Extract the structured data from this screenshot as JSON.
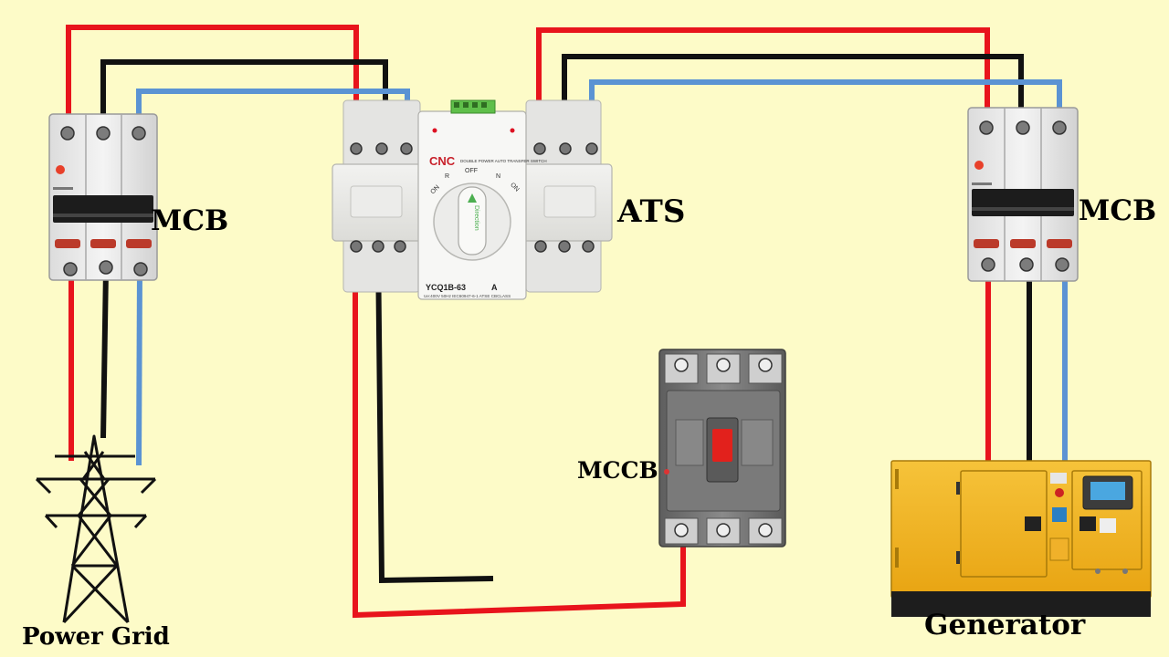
{
  "labels": {
    "mcb_left": "MCB",
    "ats": "ATS",
    "mcb_right": "MCB",
    "mccb": "MCCB",
    "power_grid": "Power Grid",
    "generator": "Generator"
  },
  "ats_device": {
    "brand": "CNC",
    "subtitle": "DOUBLE POWER AUTO TRANSFER SWITCH",
    "off_label": "OFF",
    "on_left": "ON",
    "on_right": "ON",
    "r_label": "R",
    "n_label": "N",
    "handle_text": "Direction",
    "model": "YCQ1B-63",
    "model_suffix": "A",
    "ratings": "Ue:400V 50Hz IEC60947-6-1 ATSE CBCLASS"
  },
  "wire_colors": {
    "phase": "#e8141c",
    "neutral": "#111111",
    "earth": "#5b93d3"
  }
}
